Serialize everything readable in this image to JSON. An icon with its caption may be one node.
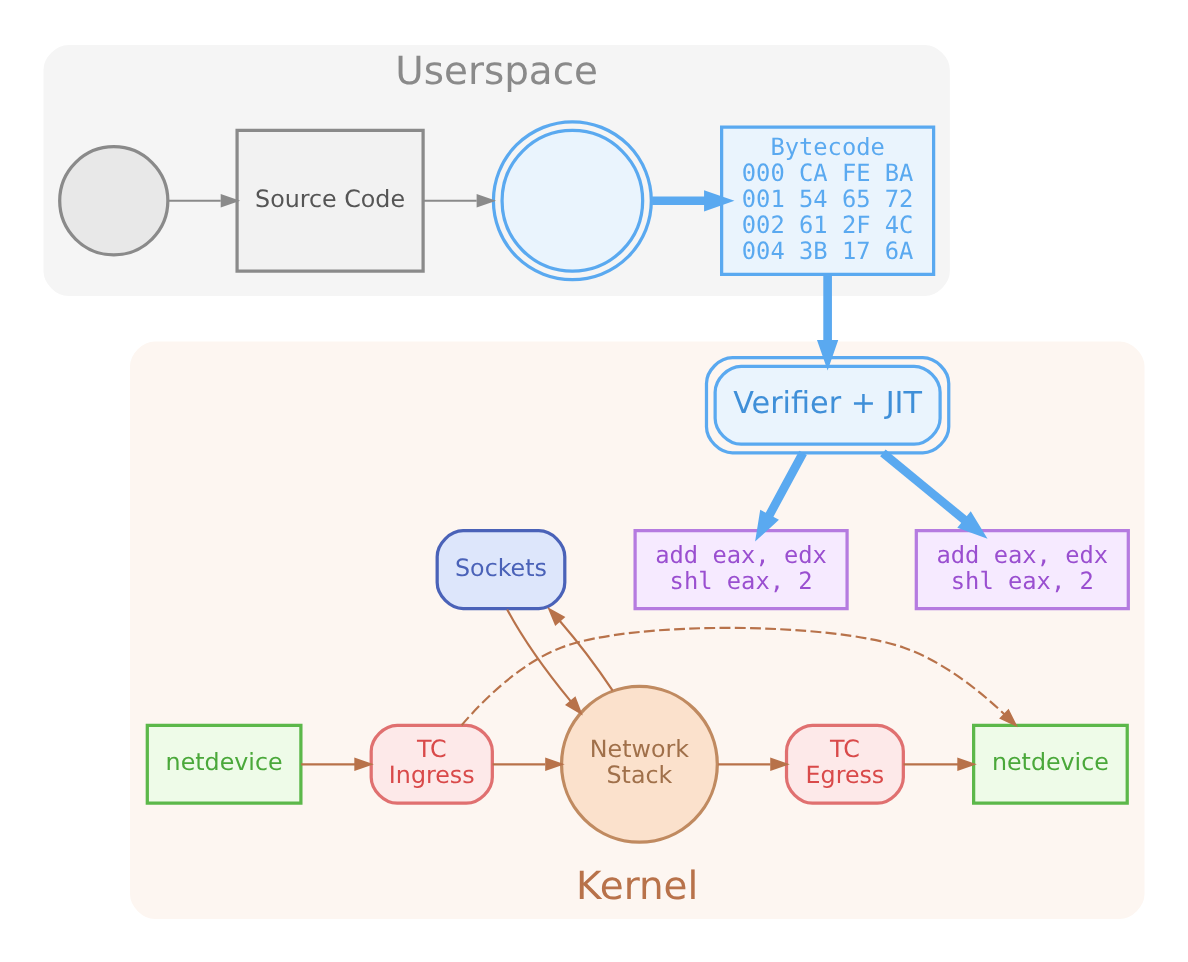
{
  "diagram": {
    "nodes": [
      {
        "text": [
          "Userspace"
        ]
      },
      {
        "text": [],
        "shape": "person",
        "in": 0
      },
      {
        "text": [
          "Source Code"
        ],
        "in": 0
      },
      {
        "text": [],
        "shape": "circle",
        "in": 0
      },
      {
        "text": [
          "Bytecode",
          "000 CA FE BA 001 54 65 72 002 61 2F 4C 004 3B 17 6A"
        ],
        "in": 0
      },
      {
        "text": [
          "Kernel"
        ]
      },
      {
        "text": [
          "Verifier + JIT"
        ],
        "in": 5
      },
      {
        "text": [
          "add eax, edx shl eax, 2"
        ],
        "in": 5
      },
      {
        "text": [
          "Sockets"
        ],
        "in": 5
      },
      {
        "text": [
          "add eax, edx shl eax, 2"
        ],
        "in": 5
      },
      {
        "text": [
          "netdevice"
        ],
        "in": 5
      },
      {
        "text": [
          "TC Ingress"
        ],
        "in": 5
      },
      {
        "text": [
          "Network Stack"
        ],
        "in": 5
      },
      {
        "text": [
          "TC Egress"
        ],
        "in": 5
      },
      {
        "text": [
          "netdevice"
        ],
        "in": 5
      }
    ],
    "edges": [
      {
        "from": 1,
        "to": 2,
        "arrow": "to",
        "color": "#8a8a8a"
      },
      {
        "from": 2,
        "to": 3,
        "arrow": "to",
        "color": "#8a8a8a"
      },
      {
        "from": 3,
        "to": 4,
        "arrow": "to",
        "style": "thick",
        "color": "#5aa9f0"
      },
      {
        "from": 4,
        "to": 6,
        "arrow": "to",
        "style": "thick",
        "color": "#5aa9f0"
      },
      {
        "from": 6,
        "to": 7,
        "arrow": "to",
        "style": "thick",
        "color": "#5aa9f0"
      },
      {
        "from": 6,
        "to": 9,
        "arrow": "to",
        "style": "thick",
        "color": "#5aa9f0"
      },
      {
        "from": 8,
        "to": 12,
        "arrow": "to"
      },
      {
        "from": 12,
        "to": 8,
        "arrow": "to"
      },
      {
        "from": 10,
        "to": 11,
        "arrow": "to"
      },
      {
        "from": 11,
        "to": 12,
        "arrow": "to"
      },
      {
        "from": 12,
        "to": 13,
        "arrow": "to"
      },
      {
        "from": 13,
        "to": 14,
        "arrow": "to"
      },
      {
        "from": 11,
        "to": 14,
        "arrow": "to",
        "style": "dashed"
      }
    ]
  }
}
